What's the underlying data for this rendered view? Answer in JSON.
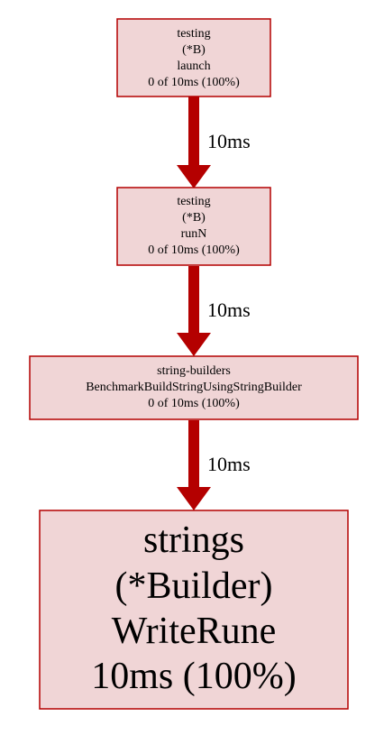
{
  "colors": {
    "node_fill": "#f0d5d6",
    "node_border": "#b40000",
    "edge_color": "#b40000",
    "text": "#000000"
  },
  "nodes": [
    {
      "id": "launch",
      "lines": [
        "testing",
        "(*B)",
        "launch",
        "0 of 10ms (100%)"
      ]
    },
    {
      "id": "runN",
      "lines": [
        "testing",
        "(*B)",
        "runN",
        "0 of 10ms (100%)"
      ]
    },
    {
      "id": "benchmark",
      "lines": [
        "string-builders",
        "BenchmarkBuildStringUsingStringBuilder",
        "0 of 10ms (100%)"
      ]
    },
    {
      "id": "writerune",
      "lines": [
        "strings",
        "(*Builder)",
        "WriteRune",
        "10ms (100%)"
      ]
    }
  ],
  "edges": [
    {
      "from": "launch",
      "to": "runN",
      "label": "10ms"
    },
    {
      "from": "runN",
      "to": "benchmark",
      "label": "10ms"
    },
    {
      "from": "benchmark",
      "to": "writerune",
      "label": "10ms"
    }
  ]
}
